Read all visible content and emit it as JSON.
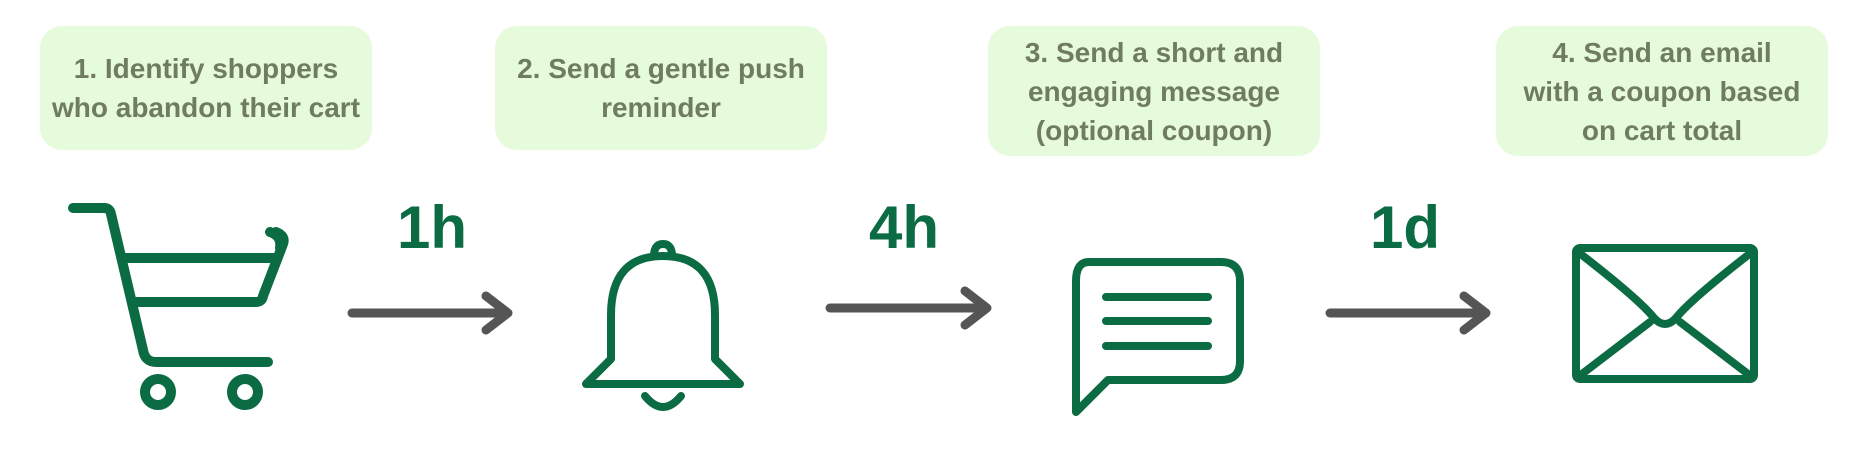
{
  "colors": {
    "box_bg": "#e6fbdc",
    "box_text": "#6f7c62",
    "icon": "#0b6b43",
    "delay_text": "#0b6b43",
    "arrow": "#555555"
  },
  "steps": [
    {
      "text": "1. Identify shoppers\nwho abandon their cart",
      "icon": "shopping-cart-icon"
    },
    {
      "text": "2. Send a gentle push\nreminder",
      "icon": "bell-icon"
    },
    {
      "text": "3. Send a short and\nengaging message\n(optional coupon)",
      "icon": "chat-message-icon"
    },
    {
      "text": "4. Send an email\nwith a coupon based\non cart total",
      "icon": "envelope-icon"
    }
  ],
  "delays": [
    "1h",
    "4h",
    "1d"
  ]
}
